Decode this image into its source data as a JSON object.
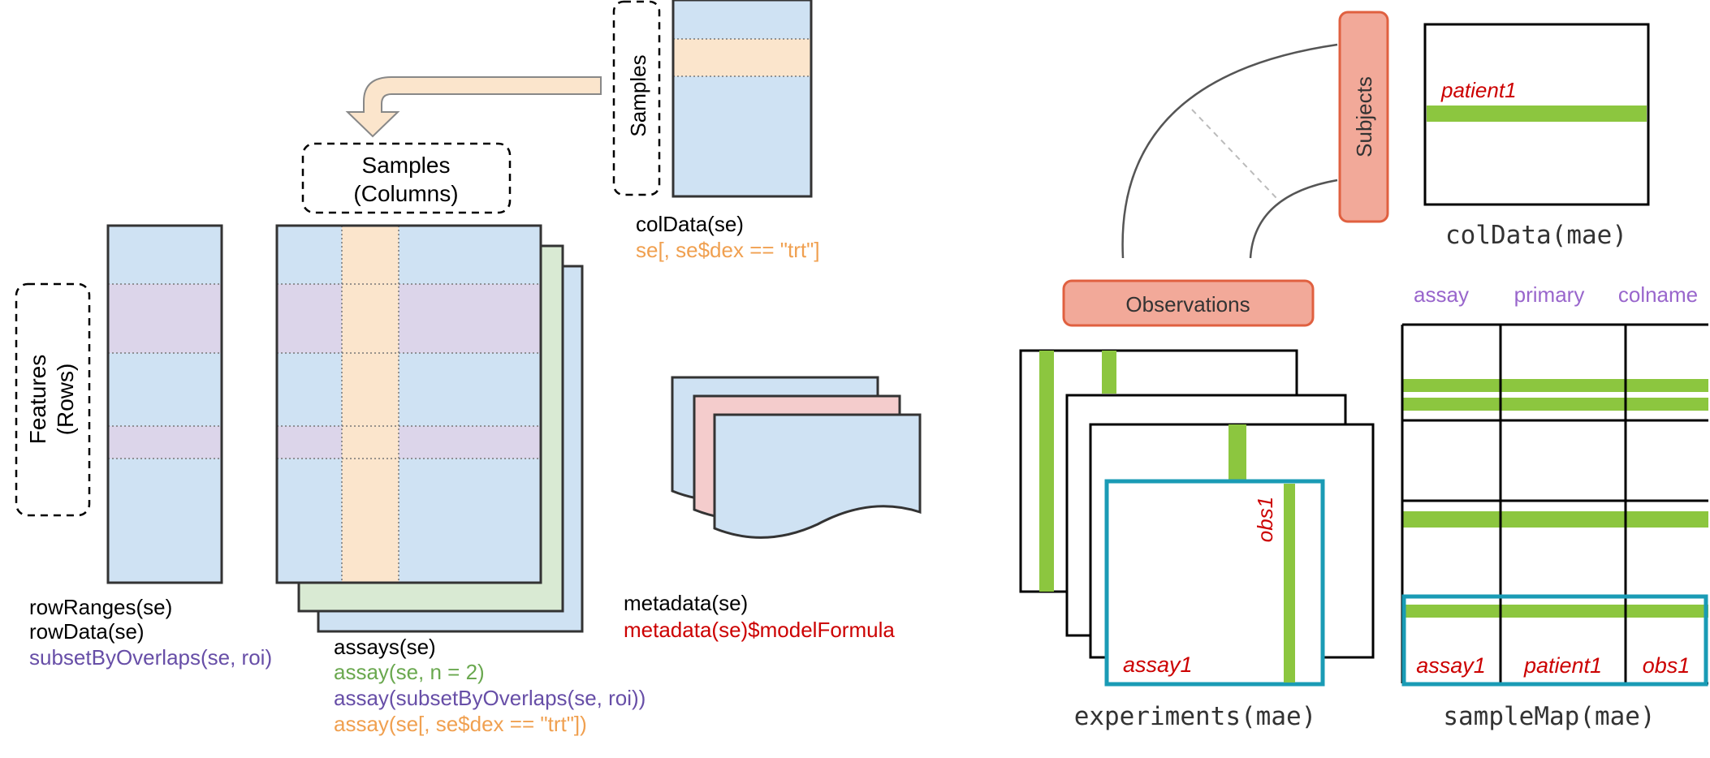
{
  "colors": {
    "blue_fill": "#cfe2f3",
    "orange_fill": "#fbe5cc",
    "purple_fill": "#dcd5ea",
    "green_fill": "#d9ead3",
    "pink_fill": "#f4cccc",
    "accent_green": "#8cc63f",
    "accent_teal": "#1a9bb5",
    "observations_fill": "#f2a999",
    "red_text": "#cc0000",
    "orange_text": "#f0a050",
    "green_text": "#6aa84f",
    "purple_text": "#674ea7",
    "violet_text": "#9966cc"
  },
  "left": {
    "features_box": {
      "line1": "Features",
      "line2": "(Rows)"
    },
    "samples_cols_box": {
      "line1": "Samples",
      "line2": "(Columns)"
    },
    "samples_box": {
      "label": "Samples"
    },
    "rowranges": {
      "line1": "rowRanges(se)",
      "line2": "rowData(se)",
      "line3": "subsetByOverlaps(se, roi)"
    },
    "assays": {
      "line1": "assays(se)",
      "line2": "assay(se, n = 2)",
      "line3": "assay(subsetByOverlaps(se, roi))",
      "line4": "assay(se[, se$dex == \"trt\"])"
    },
    "coldata": {
      "line1": "colData(se)",
      "line2": "se[, se$dex == \"trt\"]"
    },
    "metadata": {
      "line1": "metadata(se)",
      "line2": "metadata(se)$modelFormula"
    }
  },
  "right": {
    "subjects_label": "Subjects",
    "observations_label": "Observations",
    "patient1_label": "patient1",
    "coldata_caption": "colData(mae)",
    "samplemap_headers": [
      "assay",
      "primary",
      "colname"
    ],
    "samplemap_row": [
      "assay1",
      "patient1",
      "obs1"
    ],
    "samplemap_caption": "sampleMap(mae)",
    "experiments_obs1": "obs1",
    "experiments_assay1": "assay1",
    "experiments_caption": "experiments(mae)"
  }
}
